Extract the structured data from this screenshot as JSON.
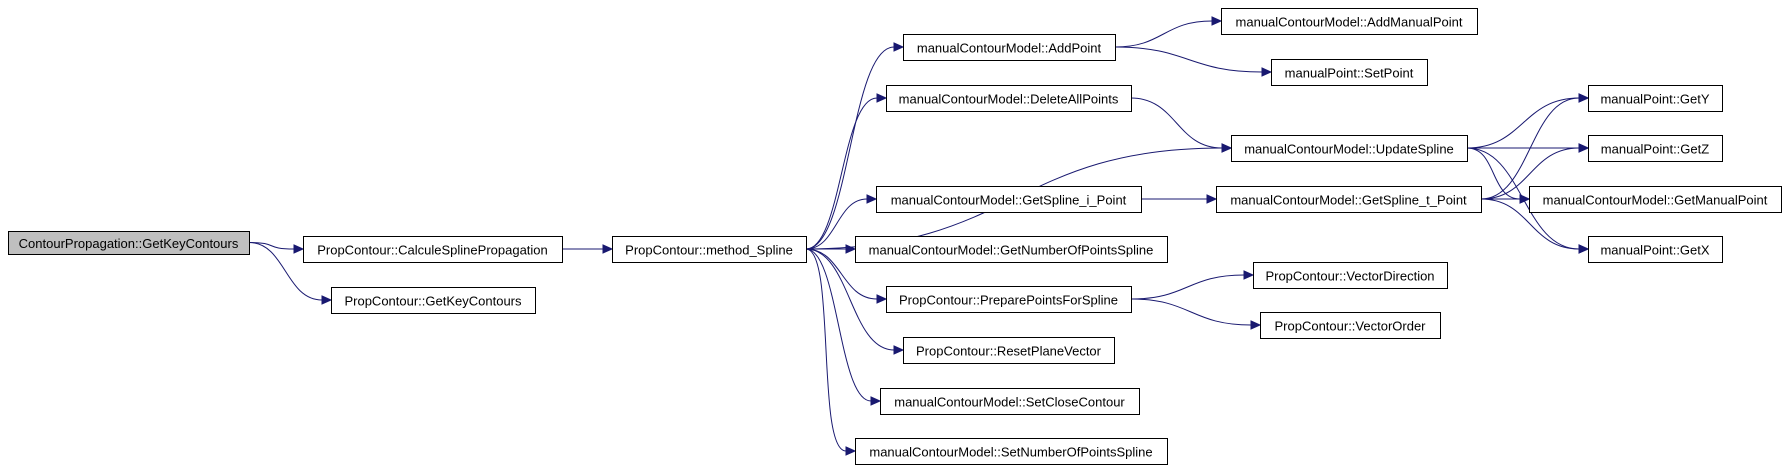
{
  "graph": {
    "root": "ContourPropagation::GetKeyContours",
    "nodes": [
      {
        "id": "n0",
        "label": "ContourPropagation::GetKeyContours"
      },
      {
        "id": "n1",
        "label": "PropContour::CalculeSplinePropagation"
      },
      {
        "id": "n2",
        "label": "PropContour::GetKeyContours"
      },
      {
        "id": "n3",
        "label": "PropContour::method_Spline"
      },
      {
        "id": "n4",
        "label": "manualContourModel::AddPoint"
      },
      {
        "id": "n5",
        "label": "manualContourModel::DeleteAllPoints"
      },
      {
        "id": "n6",
        "label": "manualContourModel::GetSpline_i_Point"
      },
      {
        "id": "n7",
        "label": "manualContourModel::GetNumberOfPointsSpline"
      },
      {
        "id": "n8",
        "label": "PropContour::PreparePointsForSpline"
      },
      {
        "id": "n9",
        "label": "PropContour::ResetPlaneVector"
      },
      {
        "id": "n10",
        "label": "manualContourModel::SetCloseContour"
      },
      {
        "id": "n11",
        "label": "manualContourModel::SetNumberOfPointsSpline"
      },
      {
        "id": "n12",
        "label": "manualContourModel::AddManualPoint"
      },
      {
        "id": "n13",
        "label": "manualPoint::SetPoint"
      },
      {
        "id": "n14",
        "label": "manualContourModel::UpdateSpline"
      },
      {
        "id": "n15",
        "label": "manualContourModel::GetSpline_t_Point"
      },
      {
        "id": "n16",
        "label": "PropContour::VectorDirection"
      },
      {
        "id": "n17",
        "label": "PropContour::VectorOrder"
      },
      {
        "id": "n18",
        "label": "manualPoint::GetY"
      },
      {
        "id": "n19",
        "label": "manualPoint::GetZ"
      },
      {
        "id": "n20",
        "label": "manualContourModel::GetManualPoint"
      },
      {
        "id": "n21",
        "label": "manualPoint::GetX"
      }
    ],
    "edges": [
      [
        "n0",
        "n1"
      ],
      [
        "n0",
        "n2"
      ],
      [
        "n1",
        "n3"
      ],
      [
        "n3",
        "n4"
      ],
      [
        "n3",
        "n5"
      ],
      [
        "n3",
        "n14"
      ],
      [
        "n3",
        "n6"
      ],
      [
        "n3",
        "n7"
      ],
      [
        "n3",
        "n8"
      ],
      [
        "n3",
        "n9"
      ],
      [
        "n3",
        "n10"
      ],
      [
        "n3",
        "n11"
      ],
      [
        "n4",
        "n12"
      ],
      [
        "n4",
        "n13"
      ],
      [
        "n5",
        "n14"
      ],
      [
        "n6",
        "n15"
      ],
      [
        "n8",
        "n16"
      ],
      [
        "n8",
        "n17"
      ],
      [
        "n14",
        "n18"
      ],
      [
        "n14",
        "n19"
      ],
      [
        "n14",
        "n20"
      ],
      [
        "n14",
        "n21"
      ],
      [
        "n15",
        "n18"
      ],
      [
        "n15",
        "n19"
      ],
      [
        "n15",
        "n20"
      ],
      [
        "n15",
        "n21"
      ]
    ],
    "colors": {
      "edge": "#191970",
      "root_fill": "#bfbfbf",
      "node_fill": "#ffffff",
      "border": "#000000"
    }
  }
}
